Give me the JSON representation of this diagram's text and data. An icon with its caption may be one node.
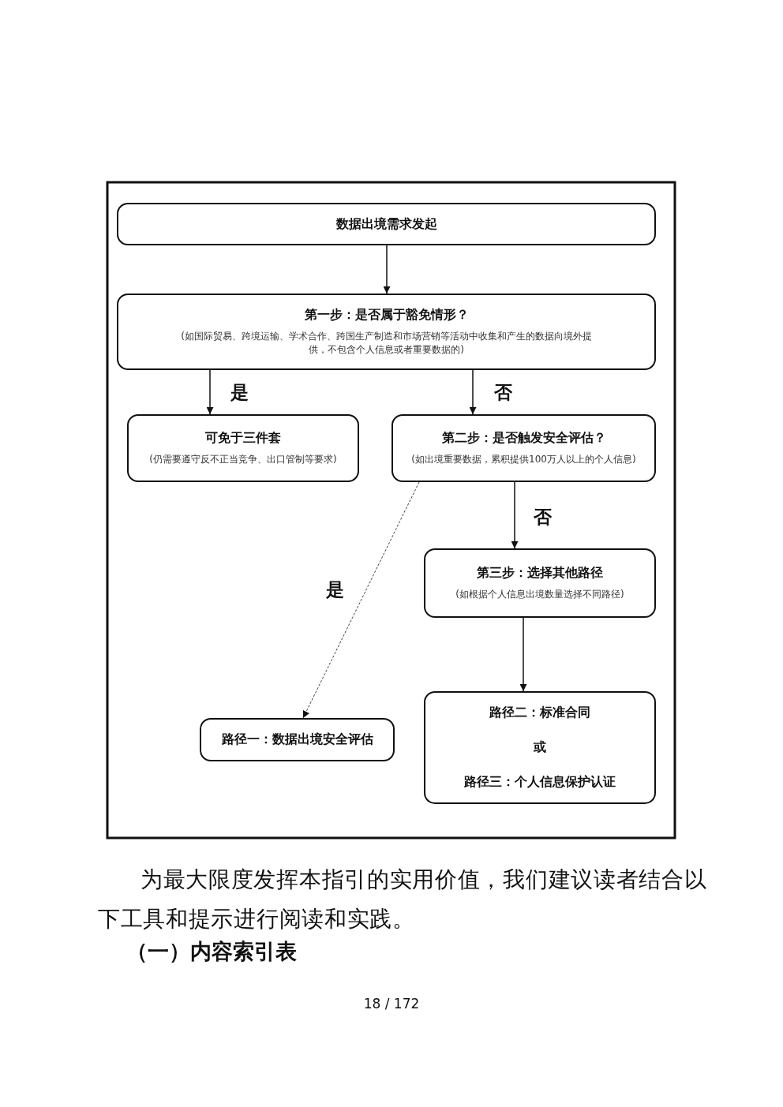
{
  "diagram": {
    "nodes": [
      {
        "text": [
          "数据出境需求发起"
        ]
      },
      {
        "text": [
          "第一步：是否属于豁免情形？",
          "(如国际贸易、跨境运输、学术合作、跨国生产制造和市场营销等活动中收集和产生的数据向境外提供，不包含个人信息或者重要数据的)"
        ]
      },
      {
        "text": [
          "可免于三件套",
          "(仍需要遵守反不正当竞争、出口管制等要求)"
        ]
      },
      {
        "text": [
          "第二步：是否触发安全评估？",
          "(如出境重要数据，累积提供100万人以上的个人信息)"
        ]
      },
      {
        "text": [
          "第三步：选择其他路径",
          "(如根据个人信息出境数量选择不同路径)"
        ]
      },
      {
        "text": [
          "路径一：数据出境安全评估"
        ]
      },
      {
        "text": [
          "路径二：标准合同",
          "或",
          "路径三：个人信息保护认证"
        ]
      }
    ],
    "edges": [
      {
        "from": 0,
        "to": 1,
        "arrow": "to"
      },
      {
        "from": 1,
        "to": 2,
        "arrow": "to",
        "label": "是"
      },
      {
        "from": 1,
        "to": 3,
        "arrow": "to",
        "label": "否"
      },
      {
        "from": 3,
        "to": 4,
        "arrow": "to",
        "label": "否"
      },
      {
        "from": 3,
        "to": 5,
        "arrow": "to",
        "label": "是",
        "style": "dashed"
      },
      {
        "from": 4,
        "to": 6,
        "arrow": "to"
      }
    ],
    "labels": [
      "为最大限度发挥本指引的实用价值，我们建议读者结合以下工具和提示进行阅读和实践。",
      "（一）内容索引表",
      "18 / 172"
    ]
  }
}
